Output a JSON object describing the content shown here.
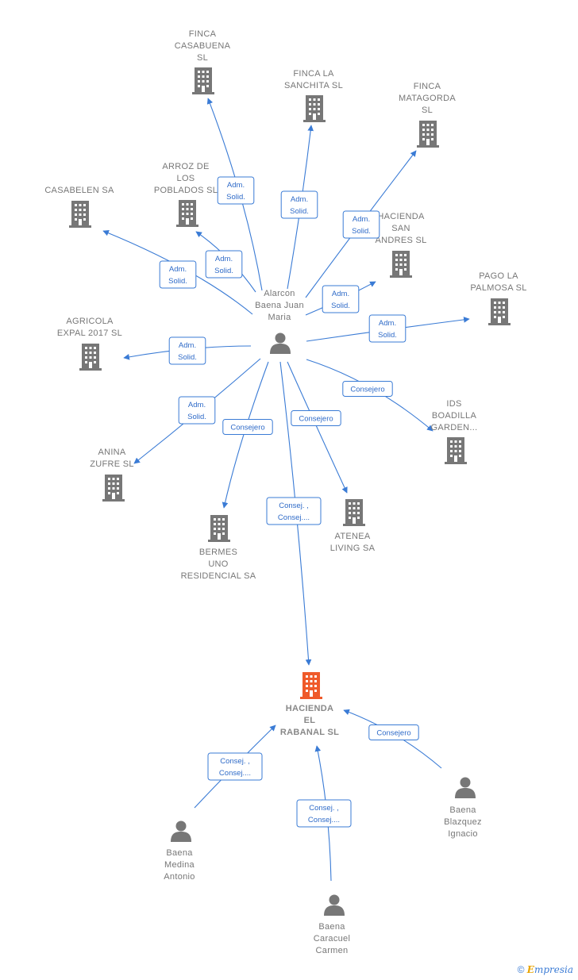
{
  "colors": {
    "edge": "#3a7bd5",
    "building": "#777777",
    "focus_building": "#ef5a2a",
    "person": "#777777"
  },
  "footer": {
    "copyright": "©",
    "brand_initial": "E",
    "brand_rest": "mpresia"
  },
  "nodes": [
    {
      "id": "alarcon",
      "type": "person",
      "label": [
        "Alarcon",
        "Baena Juan",
        "Maria"
      ]
    },
    {
      "id": "casabuena",
      "type": "company",
      "label": [
        "FINCA",
        "CASABUENA",
        "SL"
      ]
    },
    {
      "id": "sanchita",
      "type": "company",
      "label": [
        "FINCA LA",
        "SANCHITA  SL"
      ]
    },
    {
      "id": "matagorda",
      "type": "company",
      "label": [
        "FINCA",
        "MATAGORDA",
        "SL"
      ]
    },
    {
      "id": "arroz",
      "type": "company",
      "label": [
        "ARROZ DE",
        "LOS",
        "POBLADOS  SL"
      ]
    },
    {
      "id": "casabelen",
      "type": "company",
      "label": [
        "CASABELEN SA"
      ]
    },
    {
      "id": "hsanandres",
      "type": "company",
      "label": [
        "HACIENDA",
        "SAN",
        "ANDRES  SL"
      ]
    },
    {
      "id": "pagolapalmosa",
      "type": "company",
      "label": [
        "PAGO LA",
        "PALMOSA  SL"
      ]
    },
    {
      "id": "agricola",
      "type": "company",
      "label": [
        "AGRICOLA",
        "EXPAL 2017  SL"
      ]
    },
    {
      "id": "ids",
      "type": "company",
      "label": [
        "IDS",
        "BOADILLA",
        "GARDEN..."
      ]
    },
    {
      "id": "anina",
      "type": "company",
      "label": [
        "ANINA",
        "ZUFRE SL"
      ]
    },
    {
      "id": "bermes",
      "type": "company",
      "label": [
        "BERMES",
        "UNO",
        "RESIDENCIAL SA"
      ]
    },
    {
      "id": "atenea",
      "type": "company",
      "label": [
        "ATENEA",
        "LIVING SA"
      ]
    },
    {
      "id": "rabanal",
      "type": "focus",
      "label": [
        "HACIENDA",
        "EL",
        "RABANAL  SL"
      ]
    },
    {
      "id": "blazquez",
      "type": "person",
      "label": [
        "Baena",
        "Blazquez",
        "Ignacio"
      ]
    },
    {
      "id": "medina",
      "type": "person",
      "label": [
        "Baena",
        "Medina",
        "Antonio"
      ]
    },
    {
      "id": "caracuel",
      "type": "person",
      "label": [
        "Baena",
        "Caracuel",
        "Carmen"
      ]
    }
  ],
  "edges": [
    {
      "from": "alarcon",
      "to": "casabuena",
      "label": [
        "Adm.",
        "Solid."
      ]
    },
    {
      "from": "alarcon",
      "to": "sanchita",
      "label": [
        "Adm.",
        "Solid."
      ]
    },
    {
      "from": "alarcon",
      "to": "matagorda",
      "label": [
        "Adm.",
        "Solid."
      ]
    },
    {
      "from": "alarcon",
      "to": "arroz",
      "label": [
        "Adm.",
        "Solid."
      ]
    },
    {
      "from": "alarcon",
      "to": "casabelen",
      "label": [
        "Adm.",
        "Solid."
      ]
    },
    {
      "from": "alarcon",
      "to": "hsanandres",
      "label": [
        "Adm.",
        "Solid."
      ]
    },
    {
      "from": "alarcon",
      "to": "pagolapalmosa",
      "label": [
        "Adm.",
        "Solid."
      ]
    },
    {
      "from": "alarcon",
      "to": "agricola",
      "label": [
        "Adm.",
        "Solid."
      ]
    },
    {
      "from": "alarcon",
      "to": "ids",
      "label": [
        "Consejero"
      ]
    },
    {
      "from": "alarcon",
      "to": "anina",
      "label": [
        "Adm.",
        "Solid."
      ]
    },
    {
      "from": "alarcon",
      "to": "bermes",
      "label": [
        "Consejero"
      ]
    },
    {
      "from": "alarcon",
      "to": "atenea",
      "label": [
        "Consejero"
      ]
    },
    {
      "from": "alarcon",
      "to": "rabanal",
      "label": [
        "Consej. ,",
        "Consej...."
      ]
    },
    {
      "from": "blazquez",
      "to": "rabanal",
      "label": [
        "Consejero"
      ]
    },
    {
      "from": "medina",
      "to": "rabanal",
      "label": [
        "Consej. ,",
        "Consej...."
      ]
    },
    {
      "from": "caracuel",
      "to": "rabanal",
      "label": [
        "Consej. ,",
        "Consej...."
      ]
    }
  ]
}
